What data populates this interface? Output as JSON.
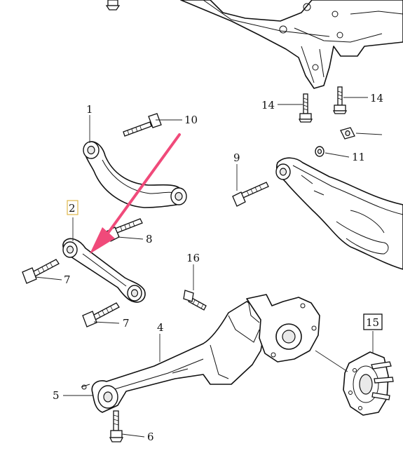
{
  "callouts": {
    "c1": "1",
    "c2": "2",
    "c4": "4",
    "c5": "5",
    "c6": "6",
    "c7a": "7",
    "c7b": "7",
    "c8": "8",
    "c9": "9",
    "c10": "10",
    "c11": "11",
    "c14a": "14",
    "c14b": "14",
    "c15": "15",
    "c16": "16"
  },
  "highlight": {
    "color": "#f04a7a",
    "target_part": "2",
    "box_color": "#e0b84a"
  }
}
